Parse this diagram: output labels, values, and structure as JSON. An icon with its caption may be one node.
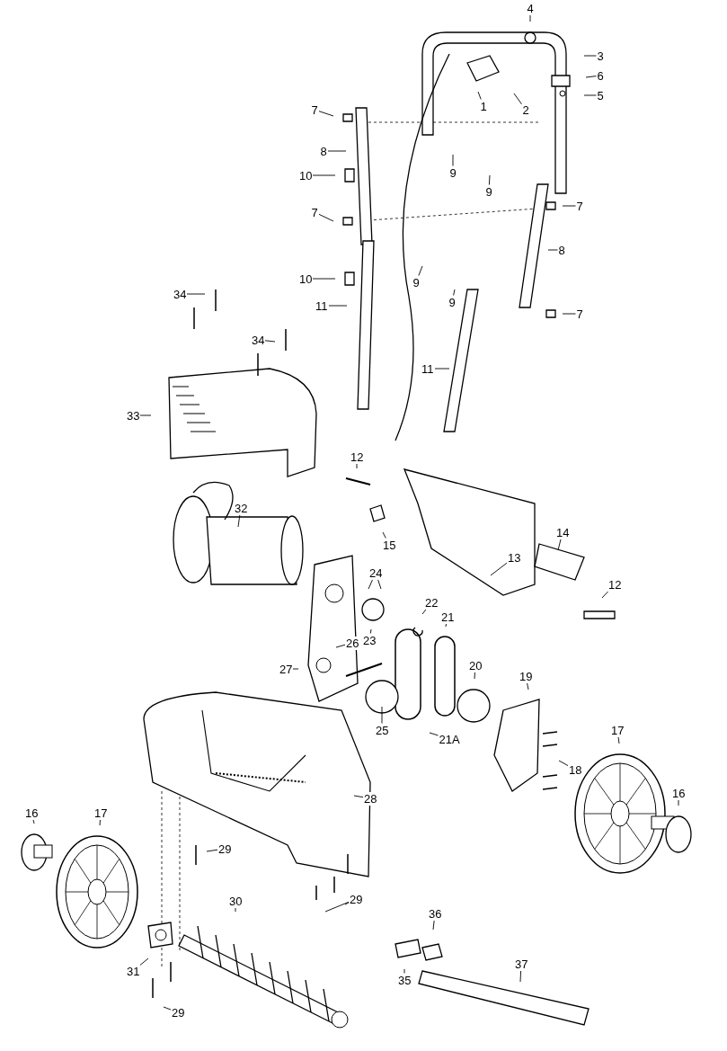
{
  "diagram": {
    "nodes": [
      {
        "text": [
          "4"
        ]
      },
      {
        "text": [
          "3"
        ]
      },
      {
        "text": [
          "1"
        ]
      },
      {
        "text": [
          "2"
        ]
      },
      {
        "text": [
          "6"
        ]
      },
      {
        "text": [
          "5"
        ]
      },
      {
        "text": [
          "7"
        ]
      },
      {
        "text": [
          "8"
        ]
      },
      {
        "text": [
          "9"
        ]
      },
      {
        "text": [
          "10"
        ]
      },
      {
        "text": [
          "9"
        ]
      },
      {
        "text": [
          "7"
        ]
      },
      {
        "text": [
          "7"
        ]
      },
      {
        "text": [
          "8"
        ]
      },
      {
        "text": [
          "10"
        ]
      },
      {
        "text": [
          "9"
        ]
      },
      {
        "text": [
          "9"
        ]
      },
      {
        "text": [
          "11"
        ]
      },
      {
        "text": [
          "7"
        ]
      },
      {
        "text": [
          "34"
        ]
      },
      {
        "text": [
          "34"
        ]
      },
      {
        "text": [
          "11"
        ]
      },
      {
        "text": [
          "33"
        ]
      },
      {
        "text": [
          "12"
        ]
      },
      {
        "text": [
          "32"
        ]
      },
      {
        "text": [
          "15"
        ]
      },
      {
        "text": [
          "13"
        ]
      },
      {
        "text": [
          "14"
        ]
      },
      {
        "text": [
          "24"
        ]
      },
      {
        "text": [
          "12"
        ]
      },
      {
        "text": [
          "23"
        ]
      },
      {
        "text": [
          "22"
        ]
      },
      {
        "text": [
          "21"
        ]
      },
      {
        "text": [
          "26"
        ]
      },
      {
        "text": [
          "27"
        ]
      },
      {
        "text": [
          "20"
        ]
      },
      {
        "text": [
          "25"
        ]
      },
      {
        "text": [
          "21A"
        ]
      },
      {
        "text": [
          "19"
        ]
      },
      {
        "text": [
          "17"
        ]
      },
      {
        "text": [
          "18"
        ]
      },
      {
        "text": [
          "16"
        ]
      },
      {
        "text": [
          "28"
        ]
      },
      {
        "text": [
          "16"
        ]
      },
      {
        "text": [
          "17"
        ]
      },
      {
        "text": [
          "29"
        ]
      },
      {
        "text": [
          "29"
        ]
      },
      {
        "text": [
          "30"
        ]
      },
      {
        "text": [
          "31"
        ]
      },
      {
        "text": [
          "36"
        ]
      },
      {
        "text": [
          "35"
        ]
      },
      {
        "text": [
          "37"
        ]
      },
      {
        "text": [
          "29"
        ]
      }
    ],
    "edges": [
      {
        "from": 0,
        "to": null,
        "arrow": "none"
      },
      {
        "from": 1,
        "to": null,
        "arrow": "none"
      },
      {
        "from": 2,
        "to": null,
        "arrow": "none"
      },
      {
        "from": 3,
        "to": null,
        "arrow": "none"
      },
      {
        "from": 4,
        "to": null,
        "arrow": "none"
      },
      {
        "from": 5,
        "to": null,
        "arrow": "none"
      },
      {
        "from": 6,
        "to": null,
        "arrow": "none"
      },
      {
        "from": 7,
        "to": null,
        "arrow": "none"
      },
      {
        "from": 8,
        "to": null,
        "arrow": "none"
      },
      {
        "from": 9,
        "to": null,
        "arrow": "none"
      },
      {
        "from": 10,
        "to": null,
        "arrow": "none"
      },
      {
        "from": 11,
        "to": null,
        "arrow": "none"
      },
      {
        "from": 12,
        "to": null,
        "arrow": "none"
      },
      {
        "from": 13,
        "to": null,
        "arrow": "none"
      },
      {
        "from": 14,
        "to": null,
        "arrow": "none"
      },
      {
        "from": 15,
        "to": null,
        "arrow": "none"
      },
      {
        "from": 16,
        "to": null,
        "arrow": "none"
      },
      {
        "from": 17,
        "to": null,
        "arrow": "none"
      },
      {
        "from": 18,
        "to": null,
        "arrow": "none"
      },
      {
        "from": 19,
        "to": null,
        "arrow": "none"
      },
      {
        "from": 20,
        "to": null,
        "arrow": "none"
      },
      {
        "from": 21,
        "to": null,
        "arrow": "none"
      },
      {
        "from": 22,
        "to": null,
        "arrow": "none"
      },
      {
        "from": 23,
        "to": null,
        "arrow": "none"
      },
      {
        "from": 24,
        "to": null,
        "arrow": "none"
      },
      {
        "from": 25,
        "to": null,
        "arrow": "none"
      },
      {
        "from": 26,
        "to": null,
        "arrow": "none"
      },
      {
        "from": 27,
        "to": null,
        "arrow": "none"
      },
      {
        "from": 28,
        "to": null,
        "arrow": "none"
      },
      {
        "from": 28,
        "to": null,
        "arrow": "none"
      },
      {
        "from": 29,
        "to": null,
        "arrow": "none"
      },
      {
        "from": 30,
        "to": null,
        "arrow": "none"
      },
      {
        "from": 31,
        "to": null,
        "arrow": "none"
      },
      {
        "from": 32,
        "to": null,
        "arrow": "none"
      },
      {
        "from": 33,
        "to": null,
        "arrow": "none"
      },
      {
        "from": 34,
        "to": null,
        "arrow": "none"
      },
      {
        "from": 35,
        "to": null,
        "arrow": "none"
      },
      {
        "from": 36,
        "to": null,
        "arrow": "none"
      },
      {
        "from": 37,
        "to": null,
        "arrow": "none"
      },
      {
        "from": 38,
        "to": null,
        "arrow": "none"
      },
      {
        "from": 39,
        "to": null,
        "arrow": "none"
      },
      {
        "from": 40,
        "to": null,
        "arrow": "none"
      },
      {
        "from": 41,
        "to": null,
        "arrow": "none"
      },
      {
        "from": 42,
        "to": null,
        "arrow": "none"
      },
      {
        "from": 43,
        "to": null,
        "arrow": "none"
      },
      {
        "from": 44,
        "to": null,
        "arrow": "none"
      },
      {
        "from": 45,
        "to": null,
        "arrow": "none"
      },
      {
        "from": 46,
        "to": null,
        "arrow": "none"
      },
      {
        "from": 46,
        "to": null,
        "arrow": "none"
      },
      {
        "from": 47,
        "to": null,
        "arrow": "none"
      },
      {
        "from": 48,
        "to": null,
        "arrow": "none"
      },
      {
        "from": 49,
        "to": null,
        "arrow": "none"
      },
      {
        "from": 50,
        "to": null,
        "arrow": "none"
      },
      {
        "from": 51,
        "to": null,
        "arrow": "none"
      },
      {
        "from": 52,
        "to": null,
        "arrow": "none"
      }
    ]
  }
}
